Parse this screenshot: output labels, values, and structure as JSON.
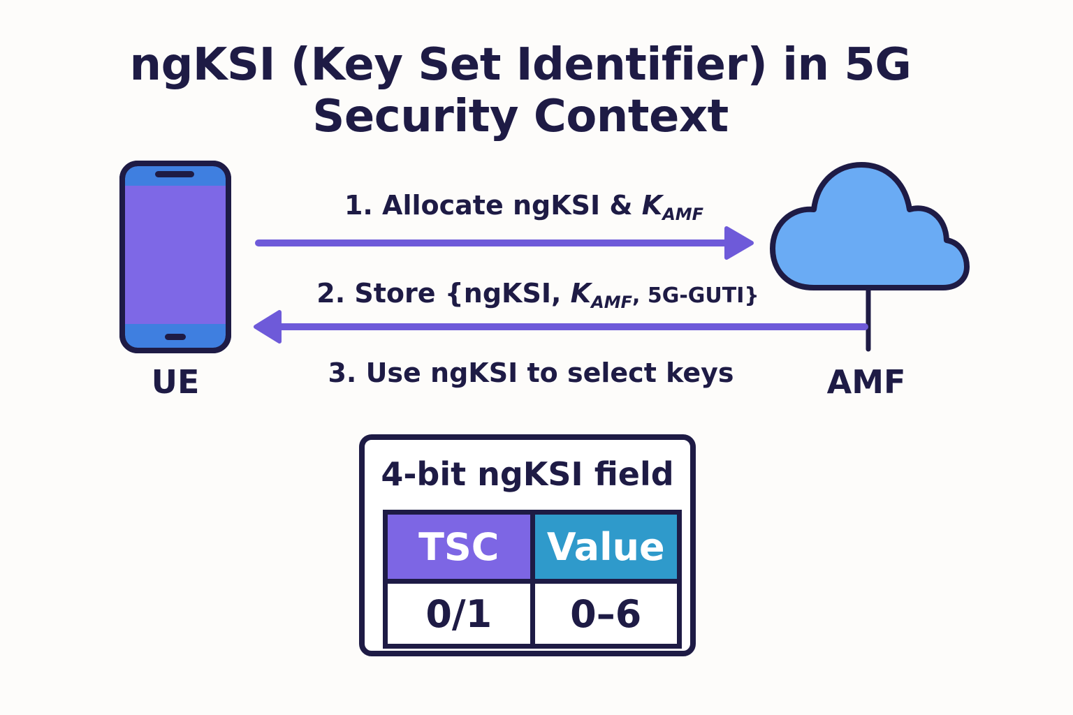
{
  "title": {
    "line1": "ngKSI (Key Set Identifier) in 5G",
    "line2": "Security Context"
  },
  "nodes": {
    "ue": {
      "label": "UE",
      "icon": "smartphone-icon"
    },
    "amf": {
      "label": "AMF",
      "icon": "cloud-icon"
    }
  },
  "steps": [
    {
      "prefix": "1. Allocate ngKSI & ",
      "key": "K",
      "key_sub": "AMF",
      "suffix": ""
    },
    {
      "prefix": "2. Store {ngKSI, ",
      "key": "K",
      "key_sub": "AMF",
      "suffix": ", 5G-GUTI}"
    },
    {
      "text": "3. Use ngKSI to select keys"
    }
  ],
  "field": {
    "title": "4-bit ngKSI field",
    "headers": [
      "TSC",
      "Value"
    ],
    "values": [
      "0/1",
      "0–6"
    ]
  },
  "colors": {
    "ink": "#1e1b45",
    "phone_screen": "#7e68e6",
    "phone_body": "#3f7fe0",
    "cloud_fill": "#6aabf4",
    "arrow": "#6e5ad9",
    "tsc_header": "#7d66e4",
    "value_header": "#2f9acb"
  }
}
